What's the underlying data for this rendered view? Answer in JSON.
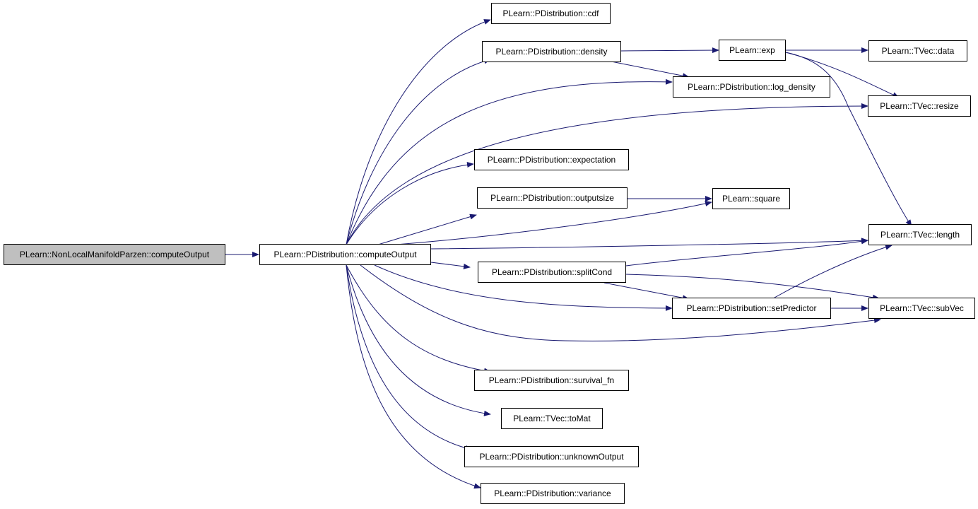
{
  "colors": {
    "edge": "#191970",
    "root_fill": "#bfbfbf",
    "node_fill": "#ffffff",
    "border": "#000000"
  },
  "nodes": {
    "root": "PLearn::NonLocalManifoldParzen::computeOutput",
    "compute_output": "PLearn::PDistribution::computeOutput",
    "cdf": "PLearn::PDistribution::cdf",
    "density": "PLearn::PDistribution::density",
    "exp": "PLearn::exp",
    "tvec_data": "PLearn::TVec::data",
    "log_density": "PLearn::PDistribution::log_density",
    "tvec_resize": "PLearn::TVec::resize",
    "expectation": "PLearn::PDistribution::expectation",
    "outputsize": "PLearn::PDistribution::outputsize",
    "square": "PLearn::square",
    "tvec_length": "PLearn::TVec::length",
    "split_cond": "PLearn::PDistribution::splitCond",
    "set_predictor": "PLearn::PDistribution::setPredictor",
    "tvec_subvec": "PLearn::TVec::subVec",
    "survival_fn": "PLearn::PDistribution::survival_fn",
    "tvec_tomat": "PLearn::TVec::toMat",
    "unknown_output": "PLearn::PDistribution::unknownOutput",
    "variance": "PLearn::PDistribution::variance"
  }
}
